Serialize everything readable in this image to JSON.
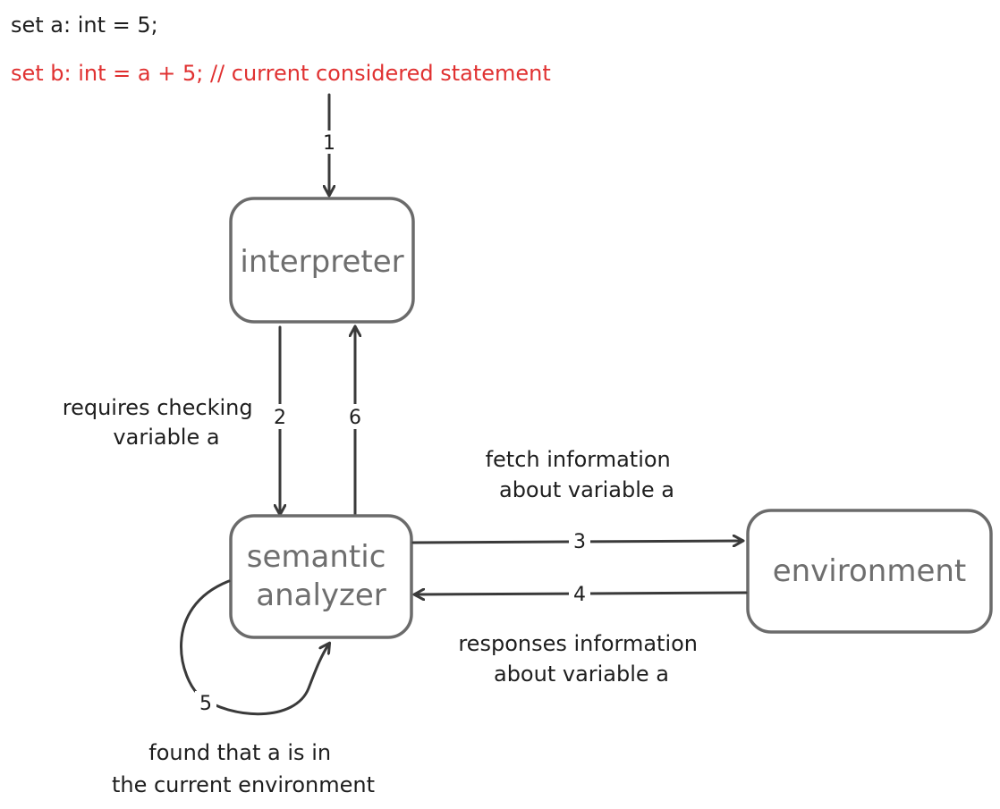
{
  "code": {
    "line1": "set a: int = 5;",
    "line2": "set b: int = a + 5; // current considered statement"
  },
  "nodes": {
    "interpreter": "interpreter",
    "semantic_analyzer": [
      "semantic",
      "analyzer"
    ],
    "environment": "environment"
  },
  "steps": {
    "s1": "1",
    "s2": "2",
    "s3": "3",
    "s4": "4",
    "s5": "5",
    "s6": "6"
  },
  "notes": {
    "requires": [
      "requires checking",
      "variable a"
    ],
    "fetch": [
      "fetch information",
      "about variable a"
    ],
    "responses": [
      "responses information",
      "about variable a"
    ],
    "found": [
      "found that a is in",
      "the current environment"
    ]
  },
  "colors": {
    "highlight": "#e03131",
    "stroke": "#3a3a3a",
    "box_stroke": "#6b6b6b"
  }
}
